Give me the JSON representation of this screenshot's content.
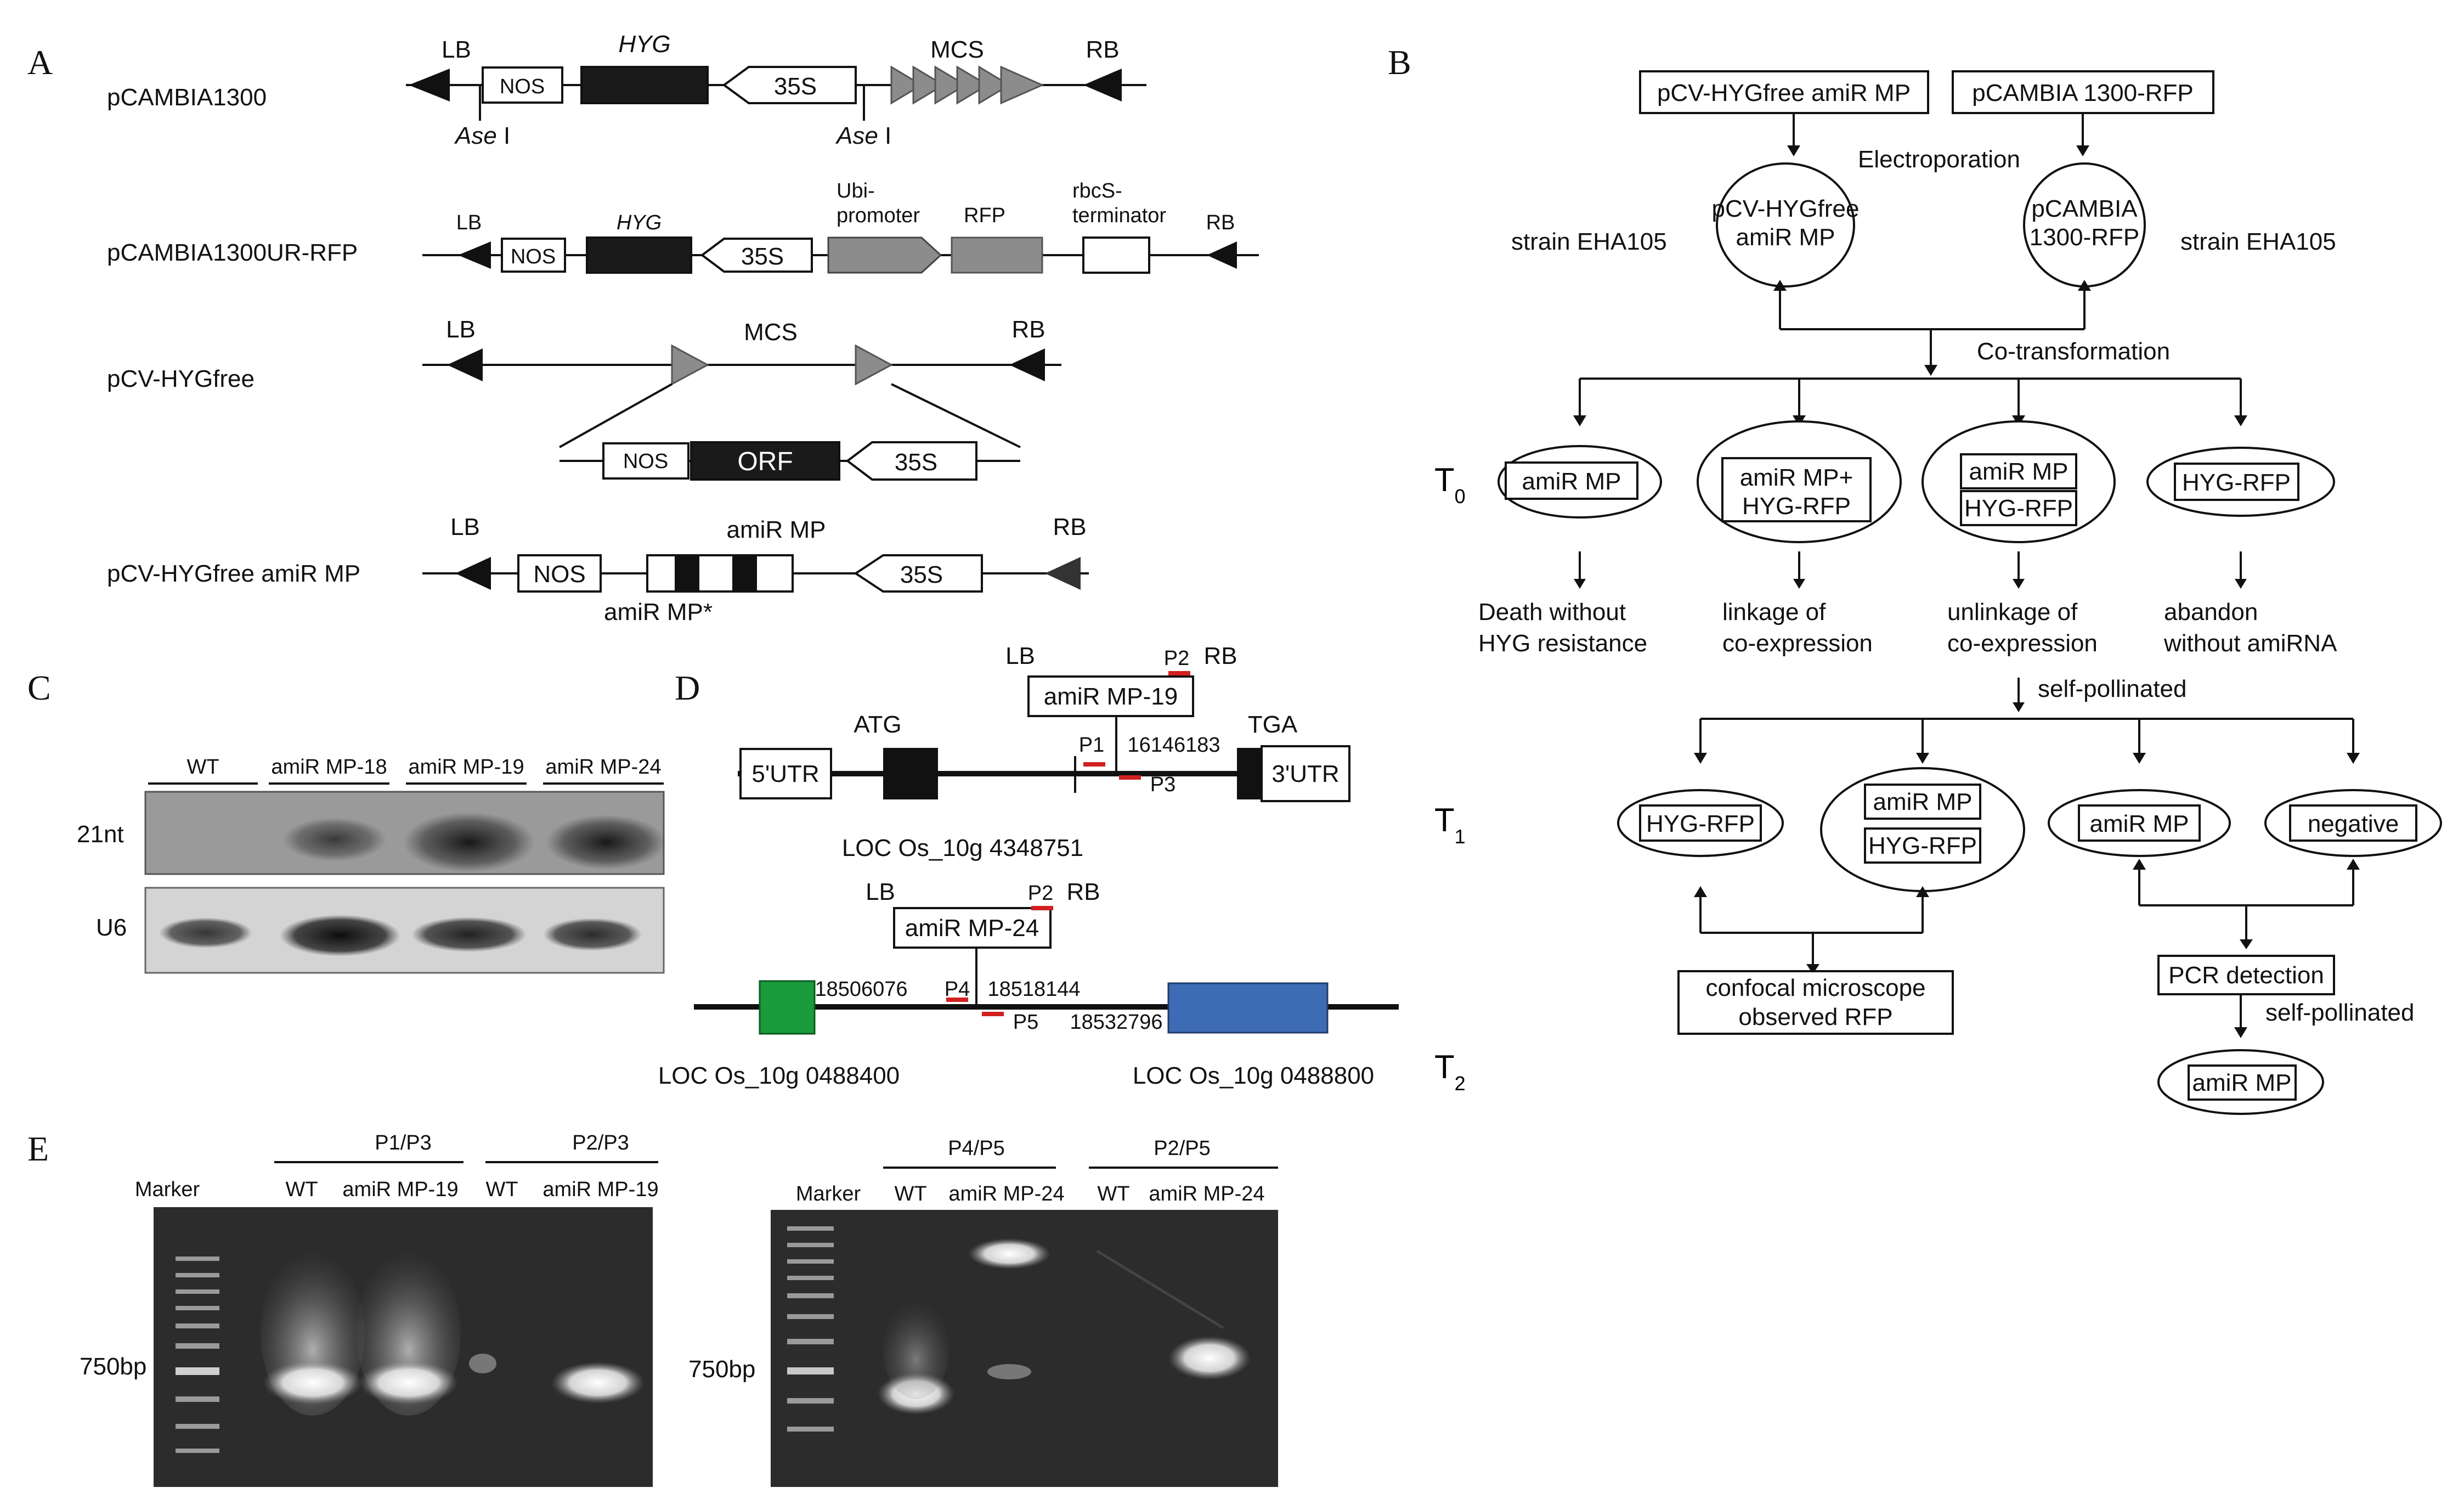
{
  "panels": {
    "A": "A",
    "B": "B",
    "C": "C",
    "D": "D",
    "E": "E"
  },
  "panelA": {
    "p1_name": "pCAMBIA1300",
    "p2_name": "pCAMBIA1300UR-RFP",
    "p3_name": "pCV-HYGfree",
    "p4_name": "pCV-HYGfree amiR MP",
    "LB": "LB",
    "RB": "RB",
    "HYG": "HYG",
    "NOS": "NOS",
    "p35S": "35S",
    "MCS": "MCS",
    "Ase": "Ase",
    "AseI": " I",
    "ubi": "Ubi-",
    "promoter": "promoter",
    "RFP": "RFP",
    "rbcS": "rbcS-",
    "terminator": "terminator",
    "ORF": "ORF",
    "amiR": "amiR MP",
    "amiRstar": "amiR MP*"
  },
  "panelB": {
    "vec1": "pCV-HYGfree amiR MP",
    "vec2": "pCAMBIA 1300-RFP",
    "electroporation": "Electroporation",
    "ell1_l1": "pCV-HYGfree",
    "ell1_l2": "amiR MP",
    "ell2_l1": "pCAMBIA",
    "ell2_l2": "1300-RFP",
    "strain": "strain EHA105",
    "cotrans": "Co-transformation",
    "T": "T",
    "sub0": "0",
    "sub1": "1",
    "sub2": "2",
    "t0_a": "amiR MP",
    "t0_b1": "amiR MP+",
    "t0_b2": "HYG-RFP",
    "t0_c1": "amiR MP",
    "t0_c2": "HYG-RFP",
    "t0_d": "HYG-RFP",
    "out_a1": "Death without",
    "out_a2": "HYG resistance",
    "out_b1": "linkage of",
    "out_b2": "co-expression",
    "out_c1": "unlinkage of",
    "out_c2": "co-expression",
    "out_d1": "abandon",
    "out_d2": "without amiRNA",
    "selfpoll": "self-pollinated",
    "t1_a": "HYG-RFP",
    "t1_b1": "amiR MP",
    "t1_b2": "HYG-RFP",
    "t1_c": "amiR MP",
    "t1_d": "negative",
    "confocal1": "confocal microscope",
    "confocal2": "observed RFP",
    "pcr": "PCR detection",
    "t2": "amiR MP"
  },
  "panelC": {
    "lanes": [
      "WT",
      "amiR MP-18",
      "amiR MP-19",
      "amiR MP-24"
    ],
    "row1": "21nt",
    "row2": "U6"
  },
  "panelD": {
    "LB": "LB",
    "RB": "RB",
    "P1": "P1",
    "P2": "P2",
    "P3": "P3",
    "P4": "P4",
    "P5": "P5",
    "ins1": "amiR MP-19",
    "ins2": "amiR MP-24",
    "utr5": "5'UTR",
    "utr3": "3'UTR",
    "ATG": "ATG",
    "TGA": "TGA",
    "pos1": "16146183",
    "locus1": "LOC Os_10g 4348751",
    "pos2": "18506076",
    "pos3": "18518144",
    "pos4": "18532796",
    "locus2": "LOC Os_10g 0488400",
    "locus3": "LOC Os_10g 0488800"
  },
  "panelE": {
    "marker": "Marker",
    "ladder": "750bp",
    "g1": "P1/P3",
    "g2": "P2/P3",
    "g3": "P4/P5",
    "g4": "P2/P5",
    "wt": "WT",
    "m19": "amiR MP-19",
    "m24": "amiR MP-24"
  },
  "colors": {
    "red_primer": "#d22020",
    "green_gene": "#1a9b3c",
    "blue_gene": "#3d6cb4",
    "grey_feature": "#8c8c8c"
  }
}
